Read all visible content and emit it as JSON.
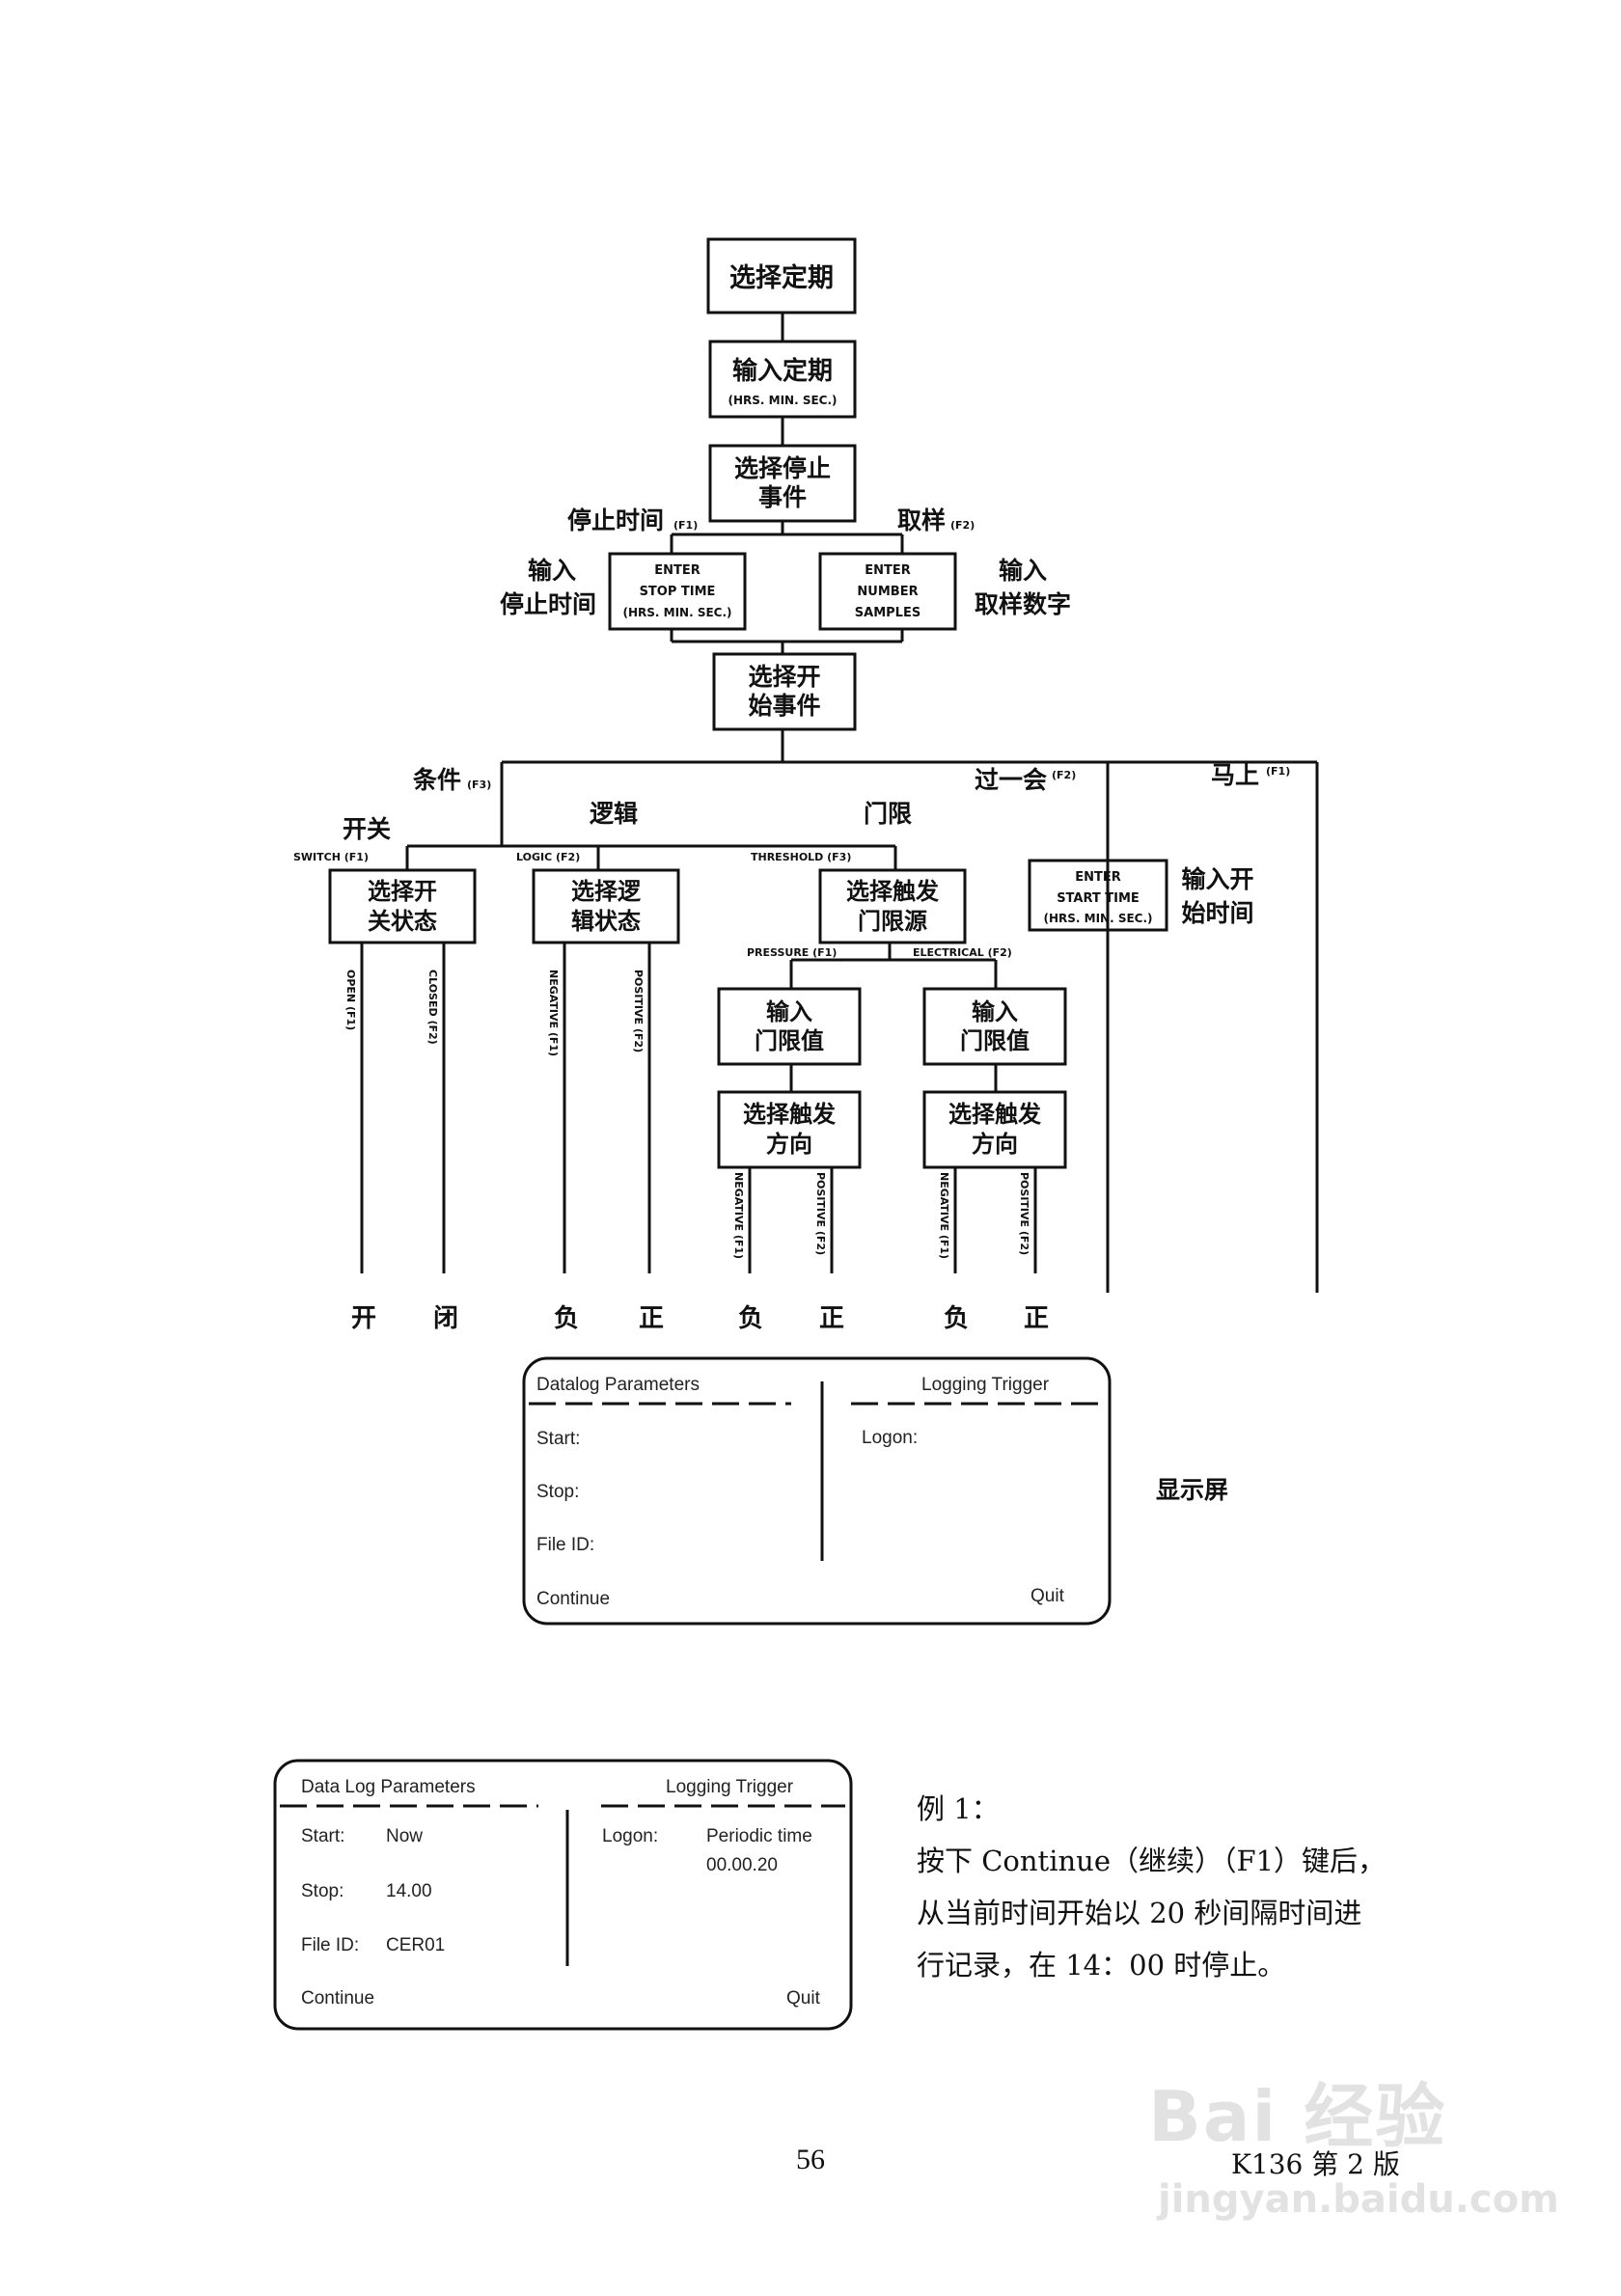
{
  "flowchart": {
    "select_period": "选择定期",
    "input_period": "输入定期",
    "input_period_sub": "(HRS. MIN. SEC.)",
    "select_stop_event": [
      "选择停止",
      "事件"
    ],
    "stop_time_label": "停止时间",
    "stop_time_key": "(F1)",
    "sampling_label": "取样",
    "sampling_key": "(F2)",
    "input_stop_time_label": [
      "输入",
      "停止时间"
    ],
    "enter_stop_time": [
      "ENTER",
      "STOP TIME",
      "(HRS. MIN. SEC.)"
    ],
    "enter_number_samples": [
      "ENTER",
      "NUMBER",
      "SAMPLES"
    ],
    "input_sample_number_label": [
      "输入",
      "取样数字"
    ],
    "select_start_event": [
      "选择开",
      "始事件"
    ],
    "condition_label": "条件",
    "condition_key": "(F3)",
    "after_while_label": "过一会",
    "after_while_key": "(F2)",
    "immediately_label": "马上",
    "immediately_key": "(F1)",
    "switch_label": "开关",
    "logic_label": "逻辑",
    "threshold_label": "门限",
    "switch_key": "SWITCH (F1)",
    "logic_key": "LOGIC (F2)",
    "threshold_key": "THRESHOLD (F3)",
    "select_switch_state": [
      "选择开",
      "关状态"
    ],
    "select_logic_state": [
      "选择逻",
      "辑状态"
    ],
    "select_trigger_threshold": [
      "选择触发",
      "门限源"
    ],
    "enter_start_time": [
      "ENTER",
      "START TIME",
      "(HRS. MIN. SEC.)"
    ],
    "input_start_time_label": [
      "输入开",
      "始时间"
    ],
    "pressure_key": "PRESSURE (F1)",
    "electrical_key": "ELECTRICAL (F2)",
    "input_threshold": [
      "输入",
      "门限值"
    ],
    "input_threshold_2": [
      "输入",
      "门限值"
    ],
    "select_trigger_direction": [
      "选择触发",
      "方向"
    ],
    "select_trigger_direction_2": [
      "选择触发",
      "方向"
    ],
    "open_key": "OPEN (F1)",
    "closed_key": "CLOSED (F2)",
    "negative_key": "NEGATIVE (F1)",
    "positive_key": "POSITIVE (F2)",
    "neg_key_a": "NEGATIVE (F1)",
    "pos_key_a": "POSITIVE (F2)",
    "neg_key_b": "NEGATIVE (F1)",
    "pos_key_b": "POSITIVE (F2)",
    "outcomes": [
      "开",
      "闭",
      "负",
      "正",
      "负",
      "正",
      "负",
      "正"
    ],
    "display_label": "显示屏"
  },
  "display_template": {
    "title_left": "Datalog Parameters",
    "title_right": "Logging Trigger",
    "start": "Start:",
    "stop": "Stop:",
    "file_id": "File ID:",
    "logon": "Logon:",
    "continue": "Continue",
    "quit": "Quit"
  },
  "display_example": {
    "title_left": "Data Log Parameters",
    "title_right": "Logging Trigger",
    "start": "Start:",
    "start_value": "Now",
    "stop": "Stop:",
    "stop_value": "14.00",
    "file_id": "File ID:",
    "file_id_value": "CER01",
    "logon": "Logon:",
    "logon_value_1": "Periodic time",
    "logon_value_2": "00.00.20",
    "continue": "Continue",
    "quit": "Quit"
  },
  "example": {
    "heading": "例 1：",
    "line1": "按下  Continue（继续）（F1）键后，",
    "line2": "从当前时间开始以  20  秒间隔时间进",
    "line3": "行记录，在 14：00 时停止。"
  },
  "footer": {
    "page_number": "56",
    "version": "K136 第 2 版"
  },
  "watermark": {
    "brand": "Bai 经验",
    "url": "jingyan.baidu.com"
  }
}
